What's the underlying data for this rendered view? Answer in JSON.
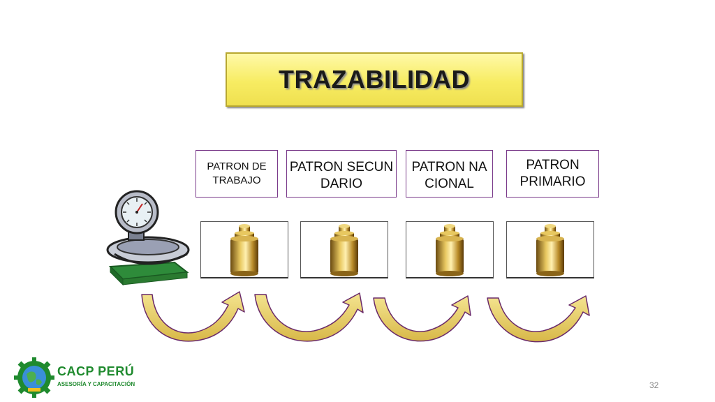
{
  "title": "TRAZABILIDAD",
  "patrones": [
    {
      "label": "PATRON DE TRABAJO"
    },
    {
      "label": "PATRON SECUNDARIO"
    },
    {
      "label": "PATRON NACIONAL"
    },
    {
      "label": "PATRON PRIMARIO"
    }
  ],
  "logo": {
    "name": "CACP PERÚ",
    "tagline": "ASESORÍA Y CAPACITACIÓN"
  },
  "page_number": "32",
  "colors": {
    "title_fill": "#f7ec62",
    "box_border": "#7a3a8a",
    "arrow_fill": "#e8d060",
    "arrow_outline": "#6a2a6a",
    "weight_gold": "#c9a030",
    "logo_green": "#1f8a2e"
  },
  "icons": [
    "weighing-scale-icon",
    "brass-weight-icon",
    "curved-arrow-icon",
    "cacp-logo-icon"
  ]
}
